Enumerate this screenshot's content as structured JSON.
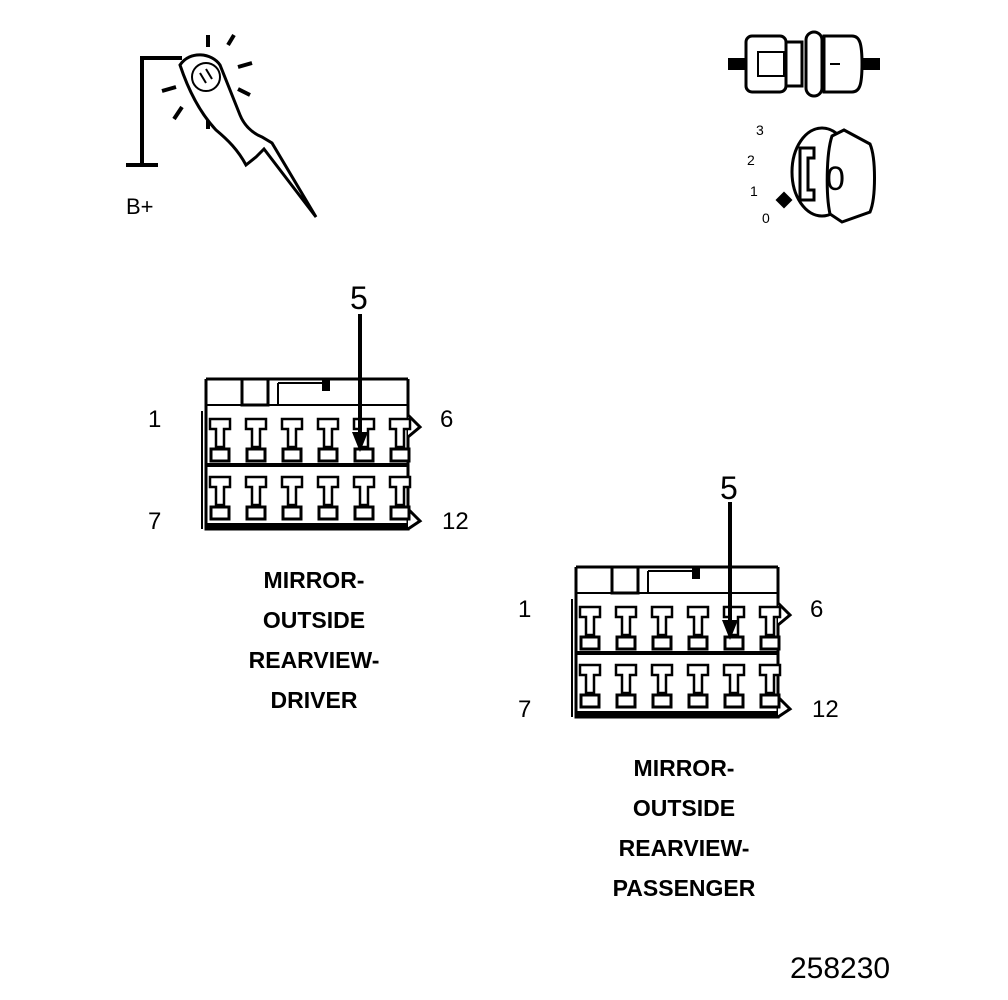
{
  "probe": {
    "supply_label": "B+"
  },
  "ignition": {
    "positions": [
      "3",
      "2",
      "1",
      "0"
    ],
    "key_position": "0"
  },
  "driver_connector": {
    "pin_top_left": "1",
    "pin_top_right": "6",
    "pin_bottom_left": "7",
    "pin_bottom_right": "12",
    "callout_pin": "5",
    "title_lines": [
      "MIRROR-",
      "OUTSIDE",
      "REARVIEW-",
      "DRIVER"
    ]
  },
  "passenger_connector": {
    "pin_top_left": "1",
    "pin_top_right": "6",
    "pin_bottom_left": "7",
    "pin_bottom_right": "12",
    "callout_pin": "5",
    "title_lines": [
      "MIRROR-",
      "OUTSIDE",
      "REARVIEW-",
      "PASSENGER"
    ]
  },
  "figure_number": "258230"
}
